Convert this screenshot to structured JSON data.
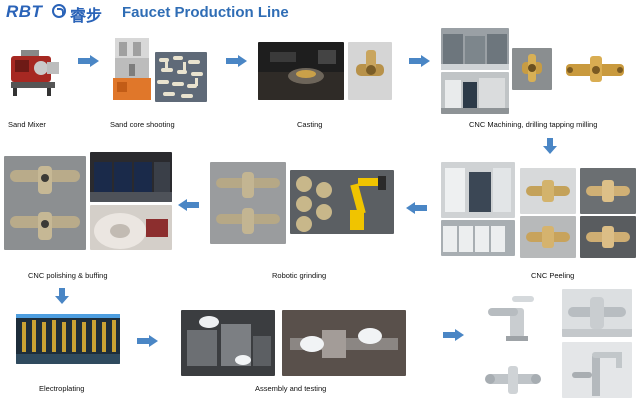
{
  "brand": {
    "name": "RBT",
    "chinese": "睿步"
  },
  "title": "Faucet Production Line",
  "steps": [
    "Sand Mixer",
    "Sand core shooting",
    "Casting",
    "CNC Machining, drilling tapping milling",
    "CNC Peeling",
    "Robotic grinding",
    "CNC polishing & buffing",
    "Electroplating",
    "Assembly and testing"
  ],
  "colors": {
    "accent": "#2f6db5",
    "arrow": "#4a86c5"
  }
}
